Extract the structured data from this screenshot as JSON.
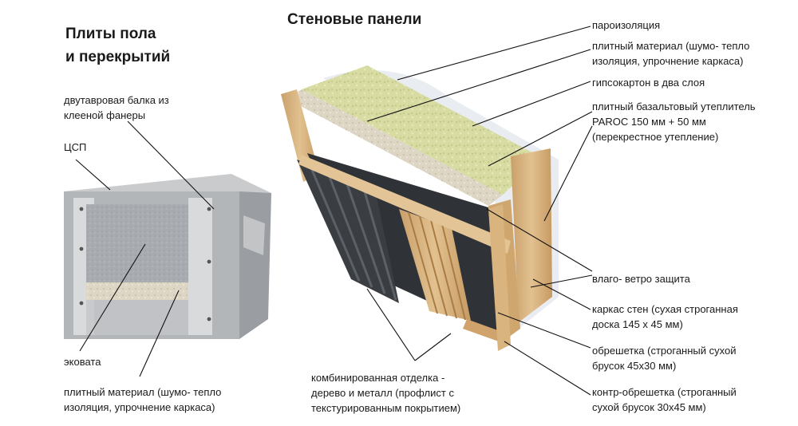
{
  "floor": {
    "title": [
      "Плиты пола",
      "и перекрытий"
    ],
    "labels": {
      "beam": [
        "двутавровая балка из",
        "клееной фанеры"
      ],
      "csp": [
        "ЦСП"
      ],
      "ecowool": [
        "эковата"
      ],
      "plate": [
        "плитный материал (шумо- тепло",
        "изоляция, упрочнение каркаса)"
      ]
    }
  },
  "wall": {
    "title": "Стеновые панели",
    "labels": {
      "vapor": [
        "пароизоляция"
      ],
      "plate": [
        "плитный материал (шумо- тепло",
        "изоляция, упрочнение каркаса)"
      ],
      "drywall": [
        "гипсокартон в два слоя"
      ],
      "basalt": [
        "плитный базальтовый утеплитель",
        "PAROC 150 мм + 50 мм",
        "(перекрестное утепление)"
      ],
      "moisture": [
        "влаго- ветро защита"
      ],
      "frame": [
        "каркас стен (сухая строганная",
        "доска 145 х 45 мм)"
      ],
      "lathing": [
        "обрешетка (строганный сухой",
        "брусок 45х30 мм)"
      ],
      "counter": [
        "контр-обрешетка (строганный",
        "сухой брусок 30х45 мм)"
      ],
      "finish": [
        "комбинированная отделка -",
        "дерево и металл (профлист с",
        "текстурированным покрытием)"
      ]
    }
  },
  "colors": {
    "text": "#1a1a1a",
    "leader": "#111111",
    "wool": "#d8dca2",
    "wood": "#d9b47e",
    "metal": "#3a3d42",
    "concrete": "#a5a8ac"
  }
}
